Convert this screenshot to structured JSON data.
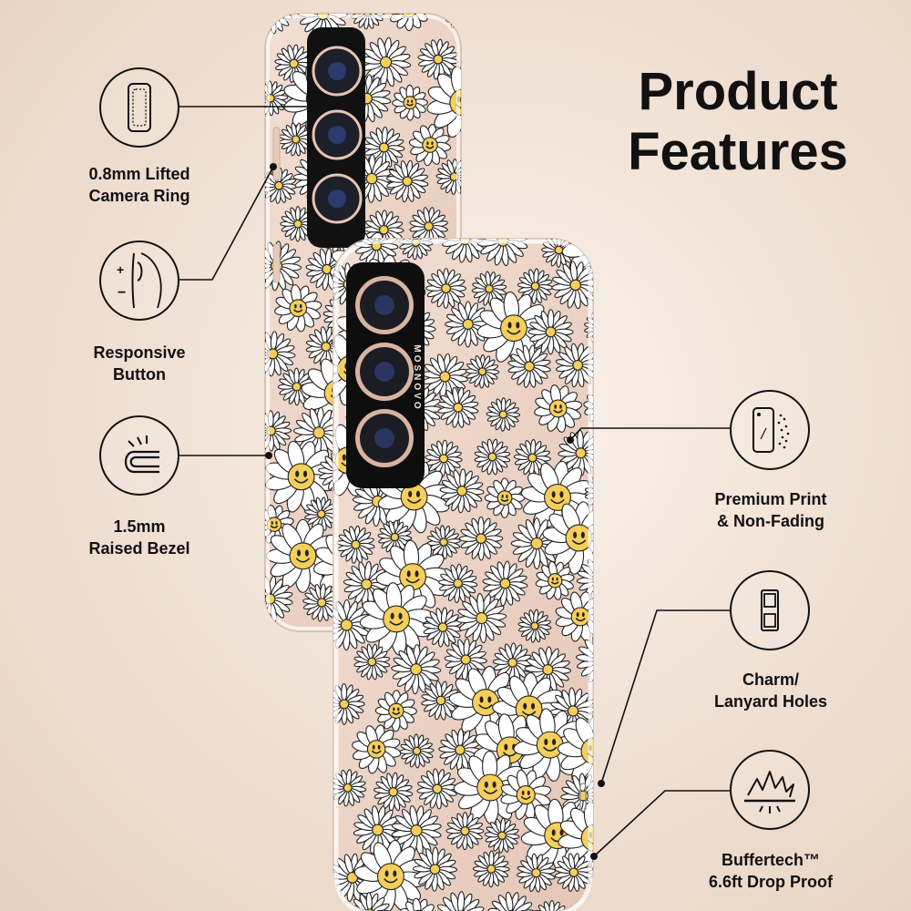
{
  "title": {
    "line1": "Product",
    "line2": "Features"
  },
  "brand": "MOSNOVO",
  "features": [
    {
      "id": "camera-ring",
      "icon": "lifted-camera-ring-icon",
      "line1": "0.8mm Lifted",
      "line2": "Camera Ring"
    },
    {
      "id": "responsive-button",
      "icon": "responsive-button-icon",
      "line1": "Responsive",
      "line2": "Button"
    },
    {
      "id": "raised-bezel",
      "icon": "raised-bezel-icon",
      "line1": "1.5mm",
      "line2": "Raised Bezel"
    },
    {
      "id": "premium-print",
      "icon": "premium-print-icon",
      "line1": "Premium Print",
      "line2": "& Non-Fading"
    },
    {
      "id": "lanyard-holes",
      "icon": "lanyard-holes-icon",
      "line1": "Charm/",
      "line2": "Lanyard Holes"
    },
    {
      "id": "drop-proof",
      "icon": "drop-proof-icon",
      "line1": "Buffertech™",
      "line2": "6.6ft Drop Proof"
    }
  ],
  "colors": {
    "case_tint": "#ecd3c6",
    "daisy_center": "#f5cf5a",
    "ink": "#111111"
  }
}
